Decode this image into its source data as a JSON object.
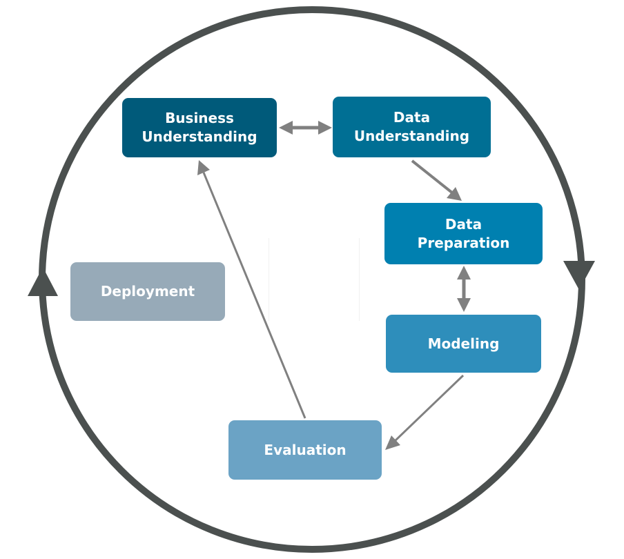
{
  "diagram": {
    "nodes": {
      "business_understanding": {
        "line1": "Business",
        "line2": "Understanding",
        "color": "#005a7a"
      },
      "data_understanding": {
        "line1": "Data",
        "line2": "Understanding",
        "color": "#006f94"
      },
      "data_preparation": {
        "line1": "Data",
        "line2": "Preparation",
        "color": "#0080b0"
      },
      "modeling": {
        "label": "Modeling",
        "color": "#2e8ebb"
      },
      "evaluation": {
        "label": "Evaluation",
        "color": "#6ba3c5"
      },
      "deployment": {
        "label": "Deployment",
        "color": "#97aab8"
      }
    },
    "edges": [
      {
        "from": "business_understanding",
        "to": "data_understanding",
        "direction": "both"
      },
      {
        "from": "data_understanding",
        "to": "data_preparation",
        "direction": "forward"
      },
      {
        "from": "data_preparation",
        "to": "modeling",
        "direction": "both"
      },
      {
        "from": "modeling",
        "to": "evaluation",
        "direction": "forward"
      },
      {
        "from": "evaluation",
        "to": "business_understanding",
        "direction": "forward"
      }
    ],
    "outer_cycle": {
      "direction": "clockwise",
      "color": "#4b504f"
    },
    "arrow_color": "#808080"
  }
}
